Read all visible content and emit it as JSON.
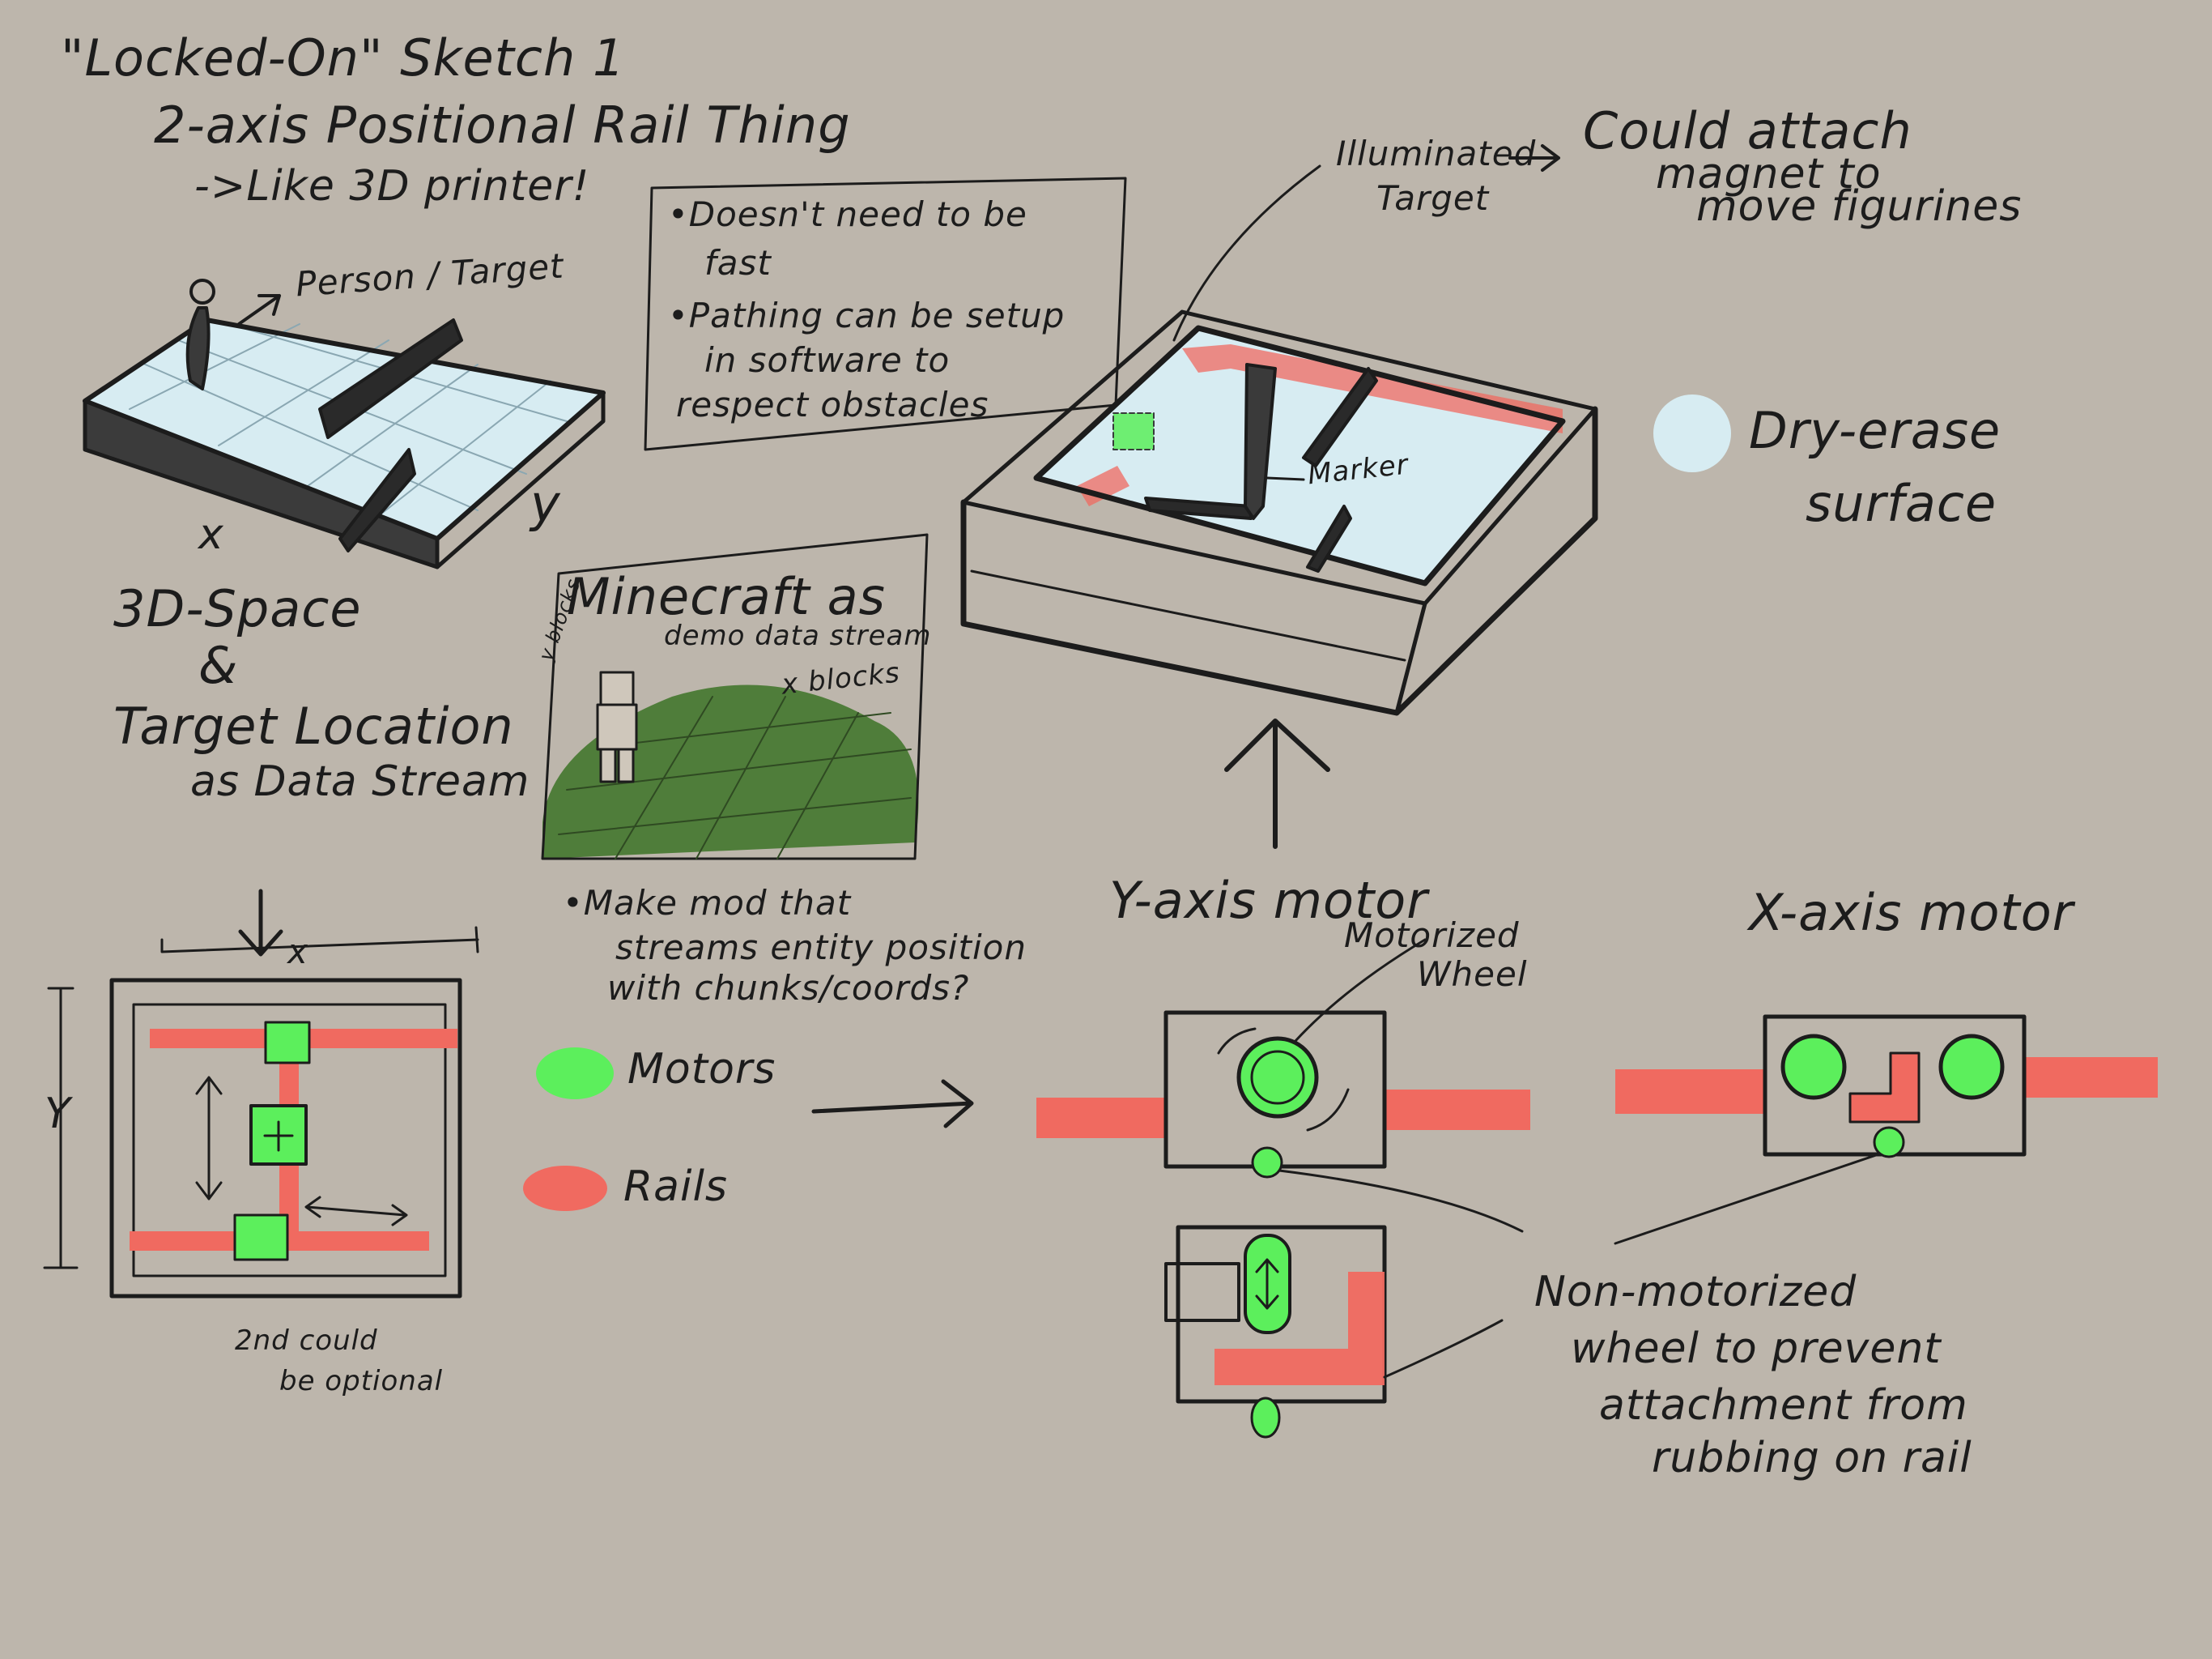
{
  "colors": {
    "background": "#bdb6ac",
    "ink": "#1c1c1c",
    "motor_green": "#5cef5c",
    "rail_red": "#f06a60",
    "surface_blue": "#d7ecf2",
    "grass_green": "#4f7d3a"
  },
  "title": {
    "line1": "\"Locked-On\" Sketch 1",
    "line2": "2-axis Positional Rail Thing",
    "line3": "->Like 3D printer!"
  },
  "top_left_sketch": {
    "person_target": "Person / Target",
    "x_axis": "x",
    "y_axis": "y"
  },
  "notes_box": {
    "item1_line1": "•Doesn't need to be",
    "item1_line2": "fast",
    "item2_line1": "•Pathing can be setup",
    "item2_line2": "in software to",
    "item2_line3": "respect obstacles"
  },
  "board_sketch": {
    "illuminated_line1": "Illuminated",
    "illuminated_line2": "Target",
    "attach_line1": "Could attach",
    "attach_line2": "magnet to",
    "attach_line3": "move figurines",
    "marker": "Marker",
    "dry_erase_line1": "Dry-erase",
    "dry_erase_line2": "surface"
  },
  "data_stream": {
    "line1": "3D-Space",
    "line2": "&",
    "line3": "Target Location",
    "line4": "as Data Stream"
  },
  "minecraft": {
    "title": "Minecraft as",
    "subtitle": "demo data stream",
    "x_label": "x blocks",
    "y_label": "y blocks",
    "mod_line1": "•Make mod that",
    "mod_line2": "streams entity position",
    "mod_line3": "with chunks/coords?"
  },
  "rail_frame": {
    "x_label": "x",
    "y_label": "Y",
    "note_line1": "2nd could",
    "note_line2": "be optional"
  },
  "legend": {
    "motors": "Motors",
    "rails": "Rails"
  },
  "y_motor": {
    "title": "Y-axis motor",
    "motorized_line1": "Motorized",
    "motorized_line2": "Wheel"
  },
  "x_motor": {
    "title": "X-axis motor"
  },
  "non_motorized": {
    "line1": "Non-motorized",
    "line2": "wheel to prevent",
    "line3": "attachment from",
    "line4": "rubbing on rail"
  }
}
